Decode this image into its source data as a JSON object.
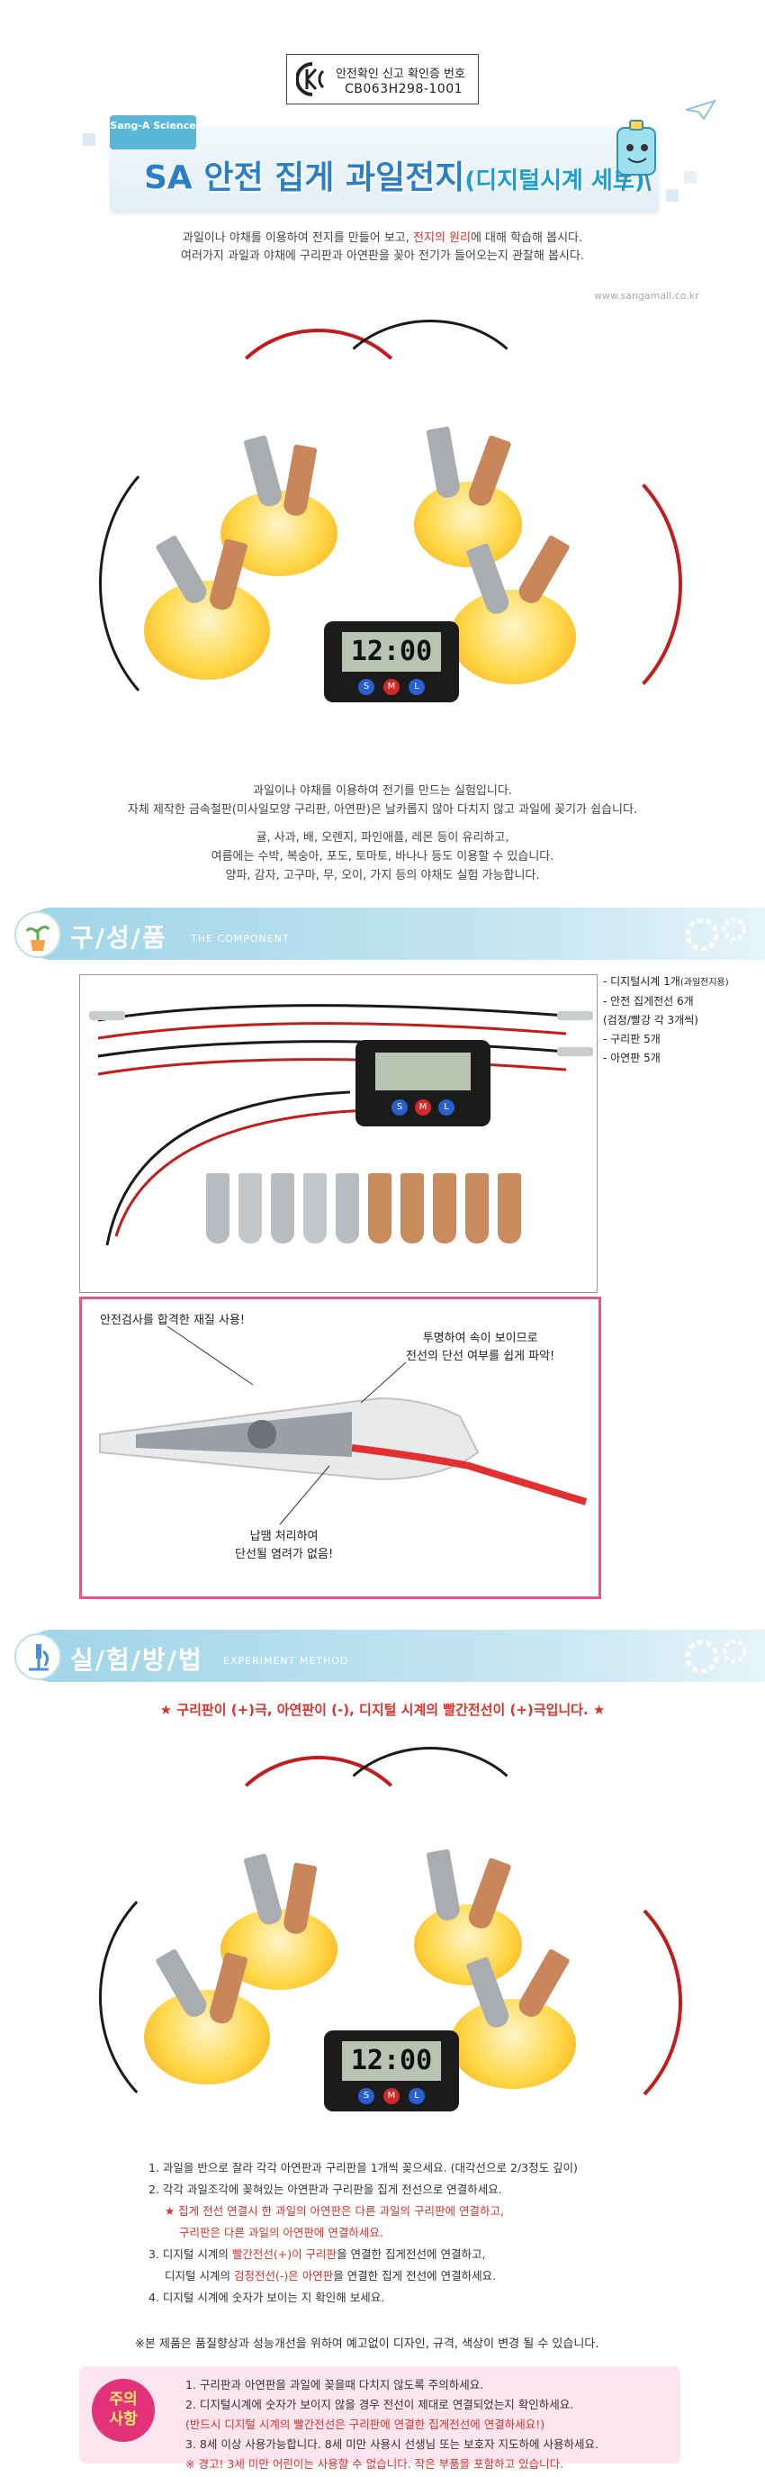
{
  "kc": {
    "logo_text": "KC",
    "line1": "안전확인 신고 확인증 번호",
    "line2": "CB063H298-1001"
  },
  "header": {
    "brand_badge": "Sang-A Science",
    "title_main": "SA 안전 집게 과일전지",
    "title_sub": "(디지털시계 세트)",
    "intro_line1_a": "과일이나 야채를 이용하여 전지를 만들어 보고, ",
    "intro_line1_red": "전지의 원리",
    "intro_line1_b": "에 대해 학습해 봅시다.",
    "intro_line2": "여러가지 과일과 야채에 구리판과 아연판을 꽂아 전기가 들어오는지 관찰해 봅시다.",
    "site": "www.sangamall.co.kr"
  },
  "clock_display": "12:00",
  "clock_buttons": [
    "S",
    "M",
    "L"
  ],
  "description": {
    "line1": "과일이나 야채를 이용하여 전기를 만드는 실험입니다.",
    "line2": "자체 제작한 금속철판(미사일모양 구리판, 아연판)은 날카롭지 않아 다치지 않고 과일에 꽂기가 쉽습니다.",
    "line3": "귤, 사과, 배, 오렌지, 파인애플, 레몬 등이 유리하고,",
    "line4": "여름에는 수박, 복숭아, 포도, 토마토, 바나나 등도 이용할 수 있습니다.",
    "line5": "양파, 감자, 고구마, 무, 오이, 가지 등의 야채도 실험 가능합니다."
  },
  "components_section": {
    "title": "구/성/품",
    "subtitle": "THE COMPONENT",
    "items": [
      "- 디지털시계 1개",
      "(과일전지용)",
      "- 안전 집게전선 6개",
      "(검정/빨강 각 3개씩)",
      "- 구리판 5개",
      "- 아연판 5개"
    ],
    "callout_top_left": "안전검사를 합격한 재질 사용!",
    "callout_top_right_1": "투명하여 속이 보이므로",
    "callout_top_right_2": "전선의 단선 여부를 쉽게 파악!",
    "callout_bottom_1": "납땜 처리하여",
    "callout_bottom_2": "단선될 염려가 없음!"
  },
  "method_section": {
    "title": "실/험/방/법",
    "subtitle": "EXPERIMENT METHOD",
    "rule": "★ 구리판이 (+)극, 아연판이 (-), 디지털 시계의 빨간전선이 (+)극입니다.  ★",
    "step1": "1. 과일을 반으로 잘라 각각 아연판과 구리판을 1개씩 꽂으세요. (대각선으로 2/3정도 깊이)",
    "step2": "2. 각각 과일조각에 꽂혀있는 아연판과 구리판을 집게 전선으로 연결하세요.",
    "step2_warn_a": "★ 집게 전선 연결시 한 과일의 아연판은 다른 과일의 구리판에 연결하고,",
    "step2_warn_b": "구리판은 다른 과일의 아연판에 연결하세요.",
    "step3_a_pre": "3. 디지털 시계의 ",
    "step3_a_red": "빨간전선(+)이 구리판",
    "step3_a_post": "을 연결한 집게전선에 연결하고,",
    "step3_b_pre": "디지털 시계의 ",
    "step3_b_red": "검정전선(-)은 아연판",
    "step3_b_post": "을 연결한 집게 전선에 연결하세요.",
    "step4": "4. 디지털 시계에 숫자가 보이는 지 확인해 보세요."
  },
  "notice": "※본 제품은 품질향상과 성능개선을 위하여 예고없이 디자인, 규격, 색상이 변경 될 수 있습니다.",
  "warning": {
    "badge_1": "주의",
    "badge_2": "사항",
    "line1": "1. 구리판과 아연판을 과일에 꽂을때 다치지 않도록 주의하세요.",
    "line2": "2. 디지털시계에 숫자가 보이지 않을 경우 전선이 제대로 연결되었는지 확인하세요.",
    "line3": "(반드시 디지털 시계의 빨간전선은 구리판에 연결한 집게전선에 연결하세요!)",
    "line4": "3. 8세 이상 사용가능합니다. 8세 미만 사용시 선생님 또는 보호자 지도하에 사용하세요.",
    "line5": "※ 경고! 3세 미만 어린이는 사용할 수 없습니다. 작은 부품을 포함하고 있습니다."
  }
}
